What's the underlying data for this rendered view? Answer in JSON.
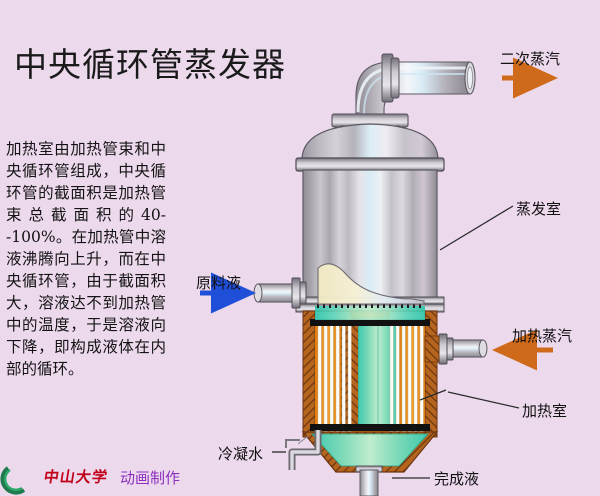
{
  "page": {
    "background_color": "#ecd9ec",
    "title": "中央循环管蒸发器",
    "body_text": "加热室由加热管束和中央循环管组成，中央循环管的截面积是加热管束总截面积的40--100%。在加热管中溶液沸腾向上升，而在中央循环管，由于截面积大，溶液达不到加热管中的温度，于是溶液向下降，即构成液体在内部的循环。"
  },
  "labels": {
    "secondary_steam": "二次蒸汽",
    "evaporation_chamber": "蒸发室",
    "heating_steam": "加热蒸汽",
    "heating_room": "加热室",
    "feed_liquid": "原料液",
    "condensate_water": "冷凝水",
    "product_liquid": "完成液"
  },
  "watermark": {
    "logo_text": "中山大学",
    "caption": "动画制作",
    "logo_color": "#c00018",
    "caption_color": "#8b2fbf"
  },
  "colors": {
    "background": "#ecd9ec",
    "steel_light": "#e8e8ee",
    "steel_mid": "#b9b6bd",
    "steel_dark": "#8d8a93",
    "steam_orange": "#f5941f",
    "tube_white": "#fdfcf5",
    "tubesheet_black": "#111111",
    "liquid_teal": "#39c9b0",
    "liquid_green": "#a9e0b8",
    "vapor_cream": "#f2eccb",
    "copper_hatch": "#a0522d",
    "arrow_orange": "#d2691e",
    "arrow_blue": "#1f4fd8",
    "leader_line": "#333333"
  },
  "arrows": {
    "secondary_steam_direction": "right",
    "heating_steam_direction": "left",
    "feed_liquid_direction": "right"
  }
}
